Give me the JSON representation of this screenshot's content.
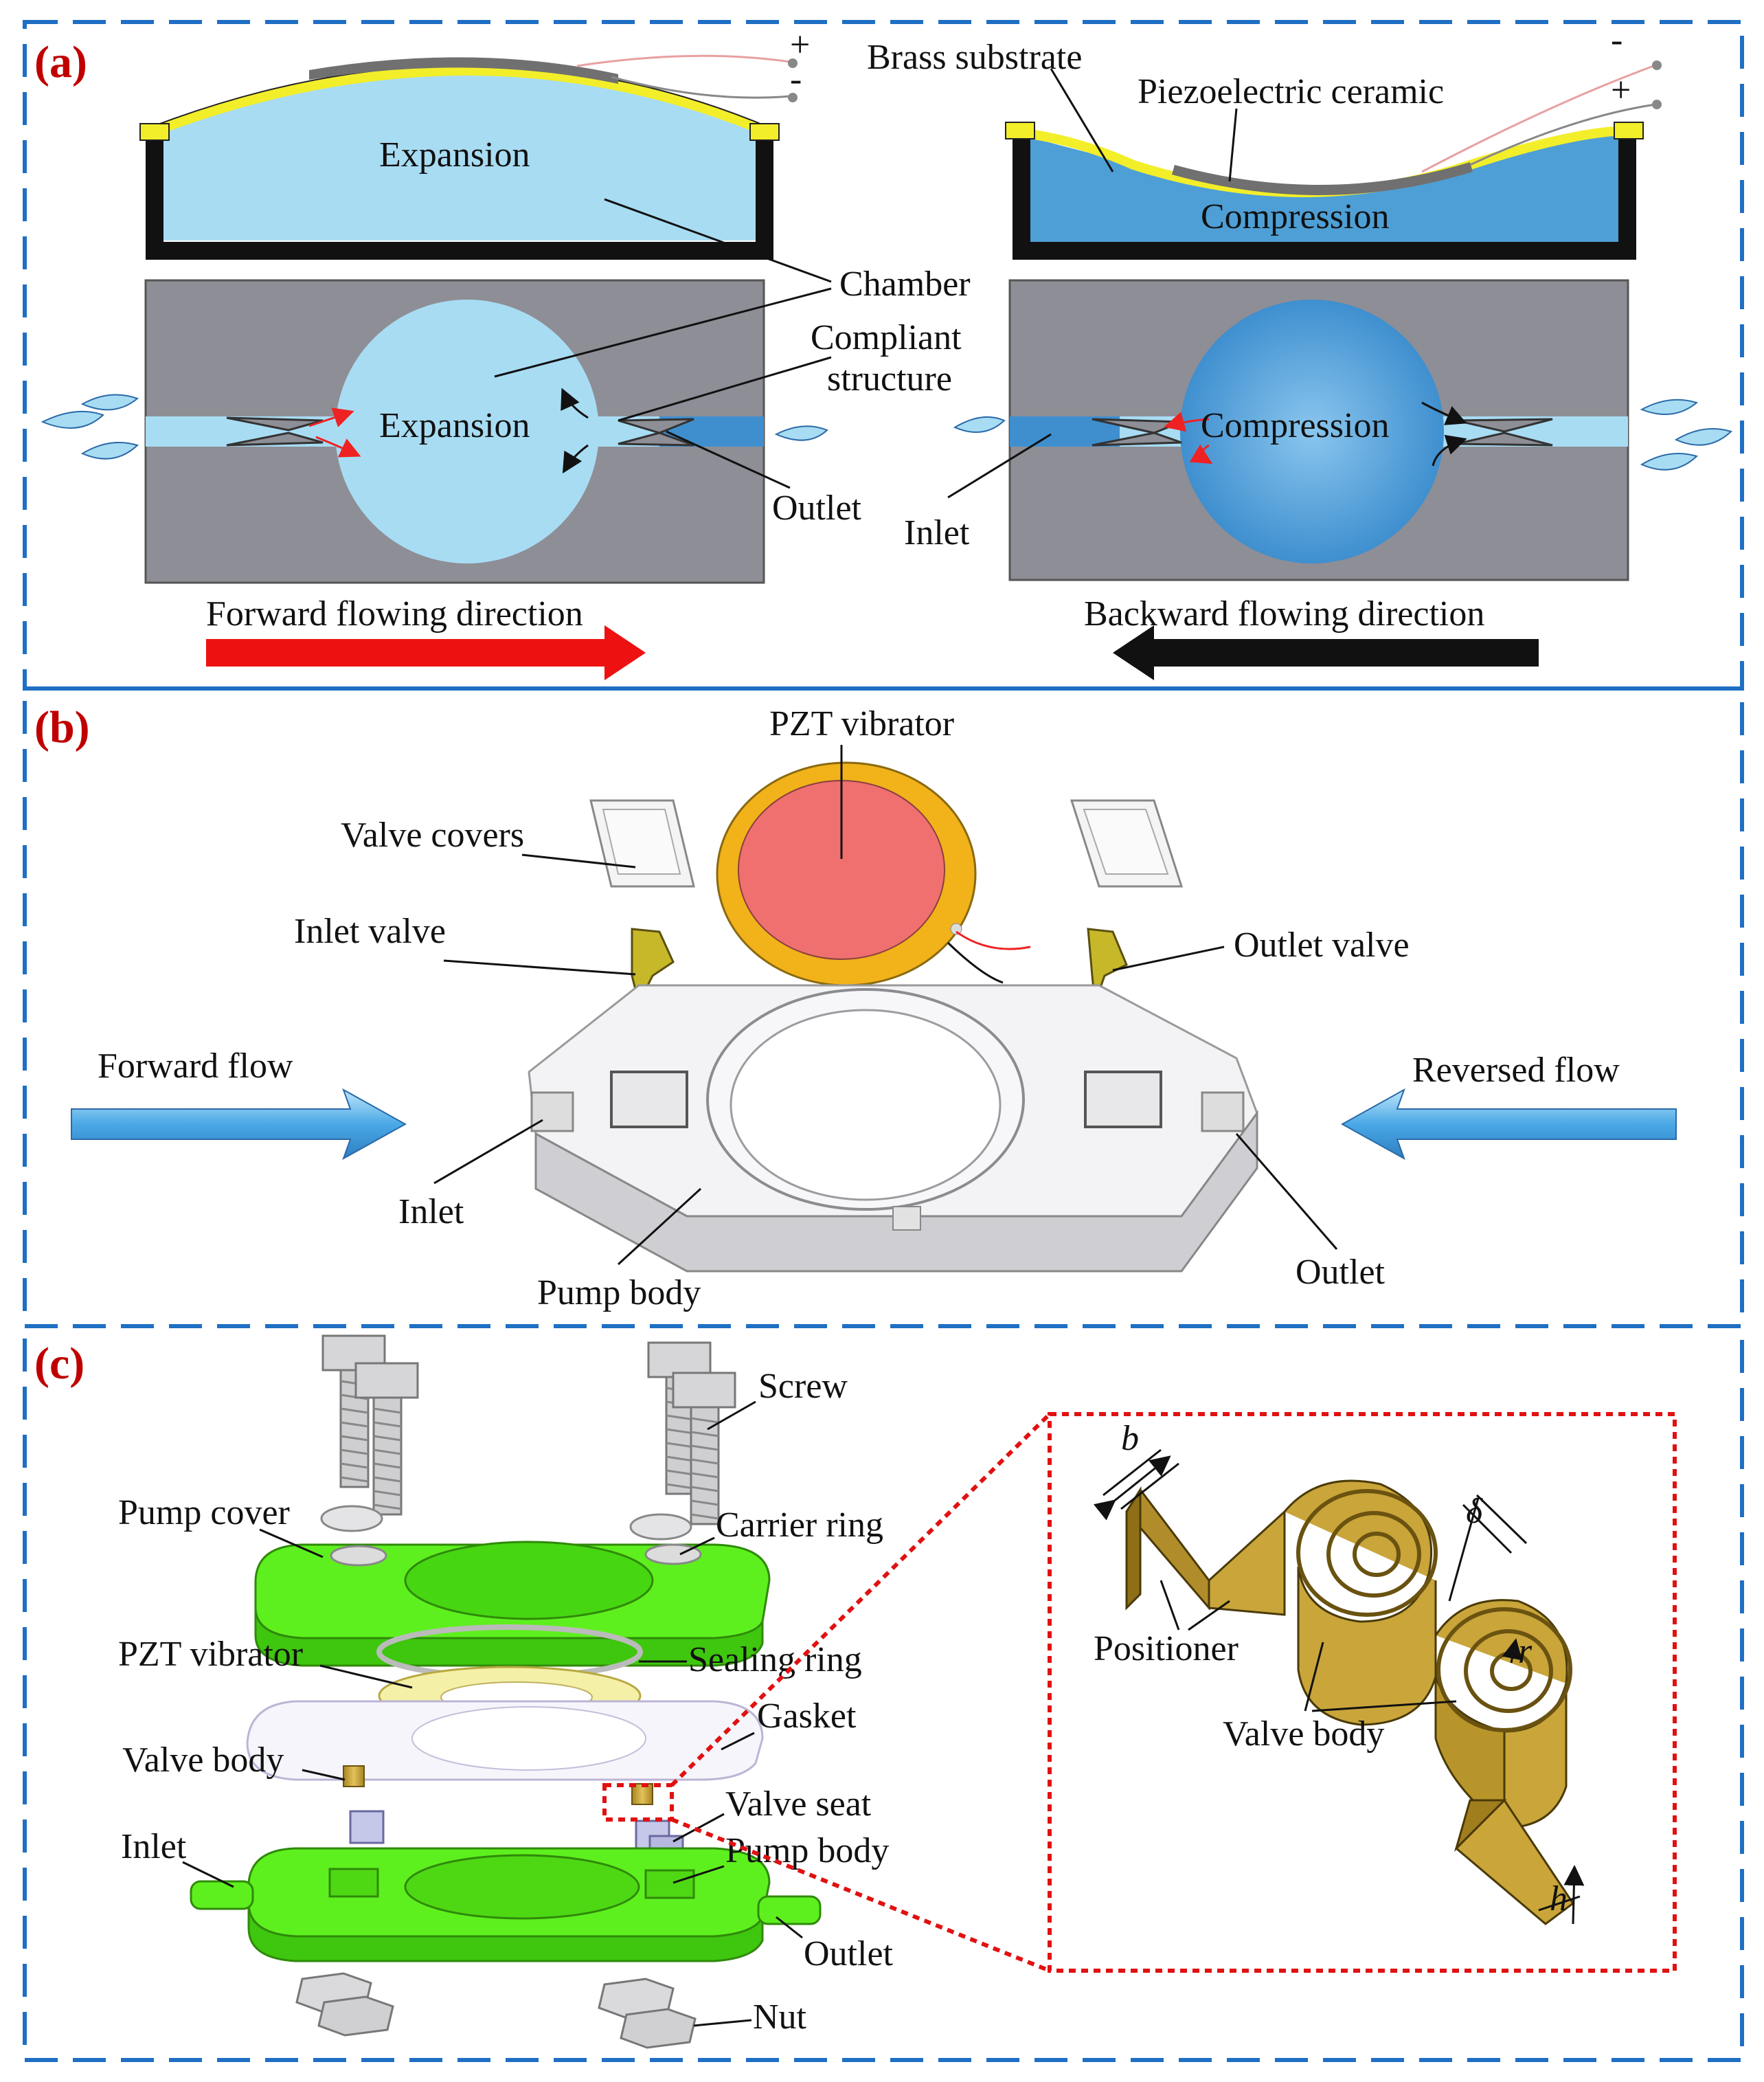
{
  "colors": {
    "panel_border": "#1f6fc4",
    "panel_label": "#c00000",
    "chamber_light": "#a8dcf3",
    "chamber_dark": "#4e9fd6",
    "housing_gray": "#8e8e96",
    "membrane_yellow": "#f3ee2a",
    "ceramic_gray": "#707070",
    "pump_green": "#5ef01e",
    "valve_gold": "#c9a53a",
    "pzt_red": "#f07070",
    "pzt_ring": "#f2b21a",
    "forward_arrow": "#ee1111",
    "backward_arrow": "#111111",
    "flow_arrow_blue": "#5ab0e8",
    "inset_border": "#e11111"
  },
  "panel_a": {
    "label": "(a)",
    "left": {
      "top_text": "Expansion",
      "bottom_text": "Expansion",
      "plus": "+",
      "minus": "-"
    },
    "right": {
      "top_text": "Compression",
      "bottom_text": "Compression",
      "plus": "+",
      "minus": "-"
    },
    "labels": {
      "brass": "Brass substrate",
      "ceramic": "Piezoelectric ceramic",
      "chamber": "Chamber",
      "compliant_1": "Compliant",
      "compliant_2": "structure",
      "outlet": "Outlet",
      "inlet": "Inlet"
    },
    "forward": "Forward flowing direction",
    "backward": "Backward flowing direction"
  },
  "panel_b": {
    "label": "(b)",
    "pzt": "PZT vibrator",
    "valve_covers": "Valve covers",
    "inlet_valve": "Inlet valve",
    "outlet_valve": "Outlet valve",
    "forward_flow": "Forward flow",
    "reversed_flow": "Reversed flow",
    "inlet": "Inlet",
    "pump_body": "Pump body",
    "outlet": "Outlet"
  },
  "panel_c": {
    "label": "(c)",
    "screw": "Screw",
    "pump_cover": "Pump cover",
    "carrier_ring": "Carrier ring",
    "pzt": "PZT vibrator",
    "sealing_ring": "Sealing ring",
    "gasket": "Gasket",
    "valve_body": "Valve body",
    "valve_seat": "Valve seat",
    "inlet": "Inlet",
    "pump_body": "Pump body",
    "outlet": "Outlet",
    "nut": "Nut",
    "inset": {
      "b": "b",
      "delta": "δ",
      "positioner": "Positioner",
      "valve_body": "Valve body",
      "r": "r",
      "h": "h"
    }
  }
}
